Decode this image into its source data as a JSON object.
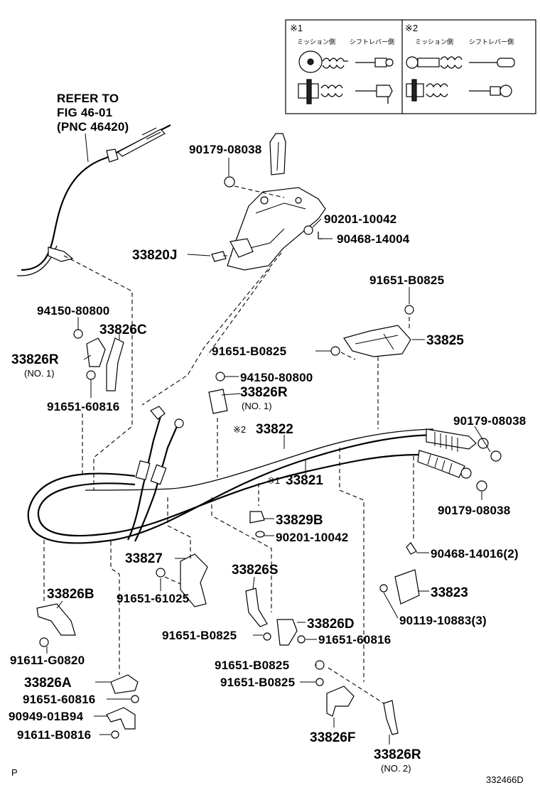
{
  "refer": {
    "line1": "REFER TO",
    "line2": "FIG 46-01",
    "line3": "(PNC 46420)"
  },
  "inset": {
    "mark1": "※1",
    "mark2": "※2",
    "mission_side": "ミッション側",
    "lever_side": "シフトレバー側"
  },
  "labels": {
    "p90179_08038_top": "90179-08038",
    "p90201_10042_top": "90201-10042",
    "p90468_14004": "90468-14004",
    "p33820J": "33820J",
    "p91651_B0825_a": "91651-B0825",
    "p33825": "33825",
    "p91651_B0825_b": "91651-B0825",
    "p94150_80800_a": "94150-80800",
    "p33826C": "33826C",
    "p33826R_a": "33826R",
    "p33826R_a_no": "(NO. 1)",
    "p91651_60816_a": "91651-60816",
    "p94150_80800_b": "94150-80800",
    "p33826R_b": "33826R",
    "p33826R_b_no": "(NO. 1)",
    "p33822_mark": "※2",
    "p33822": "33822",
    "p33821_mark": "※1",
    "p33821": "33821",
    "p90179_08038_r1": "90179-08038",
    "p90179_08038_r2": "90179-08038",
    "p33829B": "33829B",
    "p90201_10042_b": "90201-10042",
    "p90468_14016": "90468-14016(2)",
    "p33827": "33827",
    "p91651_61025": "91651-61025",
    "p33826S": "33826S",
    "p33823": "33823",
    "p90119_10883": "90119-10883(3)",
    "p33826D": "33826D",
    "p91651_B0825_c": "91651-B0825",
    "p91651_60816_b": "91651-60816",
    "p33826B": "33826B",
    "p91611_G0820": "91611-G0820",
    "p33826A": "33826A",
    "p91651_60816_c": "91651-60816",
    "p90949_01B94": "90949-01B94",
    "p91611_B0816": "91611-B0816",
    "p91651_B0825_d": "91651-B0825",
    "p91651_B0825_e": "91651-B0825",
    "p33826F": "33826F",
    "p33826R_c": "33826R",
    "p33826R_c_no": "(NO. 2)"
  },
  "footer": {
    "page_mark": "P",
    "figure_code": "332466D"
  }
}
